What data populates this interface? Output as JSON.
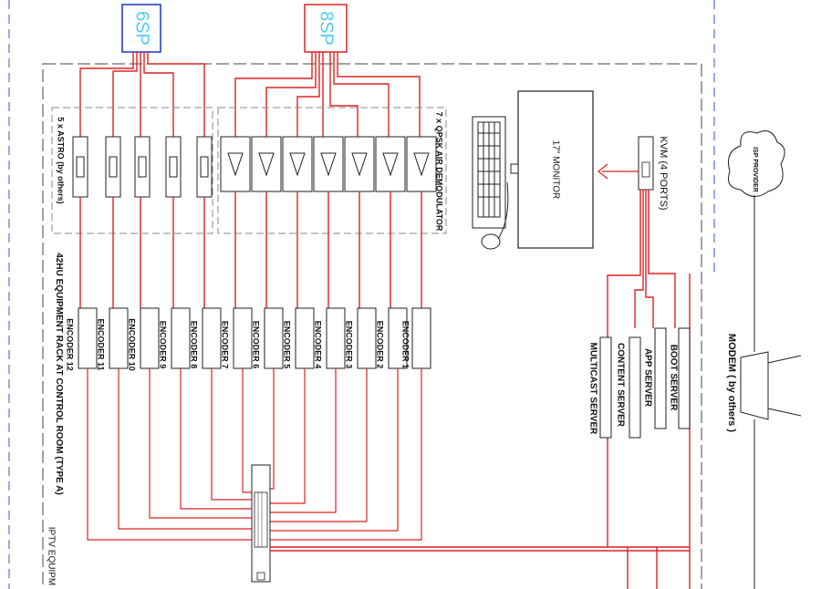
{
  "splitters": {
    "left": "6SP",
    "right": "8SP",
    "left_color": "#1a33cc",
    "right_color": "#dd2222",
    "text_color": "#55ccee"
  },
  "wire_color": "#dd2222",
  "frame_color": "#444444",
  "dash_blue": "#3355cc",
  "labels": {
    "astro": "5 x ASTRO (by others)",
    "demod": "7 x QPSK AIR DEMODULATOR",
    "monitor": "17\" MONITOR",
    "kvm": "KVM (4 PORTS)",
    "isp": "ISP PROVIDER",
    "modem": "MODEM ( by others )",
    "rack": "42HU EQUIPMENT RACK AT CONTROL ROOM (TYPE A)",
    "iptv": "IPTV EQUIPM"
  },
  "encoders": [
    "ENCODER 12",
    "ENCODER 11",
    "ENCODER 10",
    "ENCODER 9",
    "ENCODER 8",
    "ENCODER 7",
    "ENCODER 6",
    "ENCODER 5",
    "ENCODER 4",
    "ENCODER 3",
    "ENCODER 2",
    "ENCODER 1"
  ],
  "servers": [
    "MULTICAST SERVER",
    "CONTENT SERVER",
    "APP SERVER",
    "BOOT SERVER"
  ]
}
